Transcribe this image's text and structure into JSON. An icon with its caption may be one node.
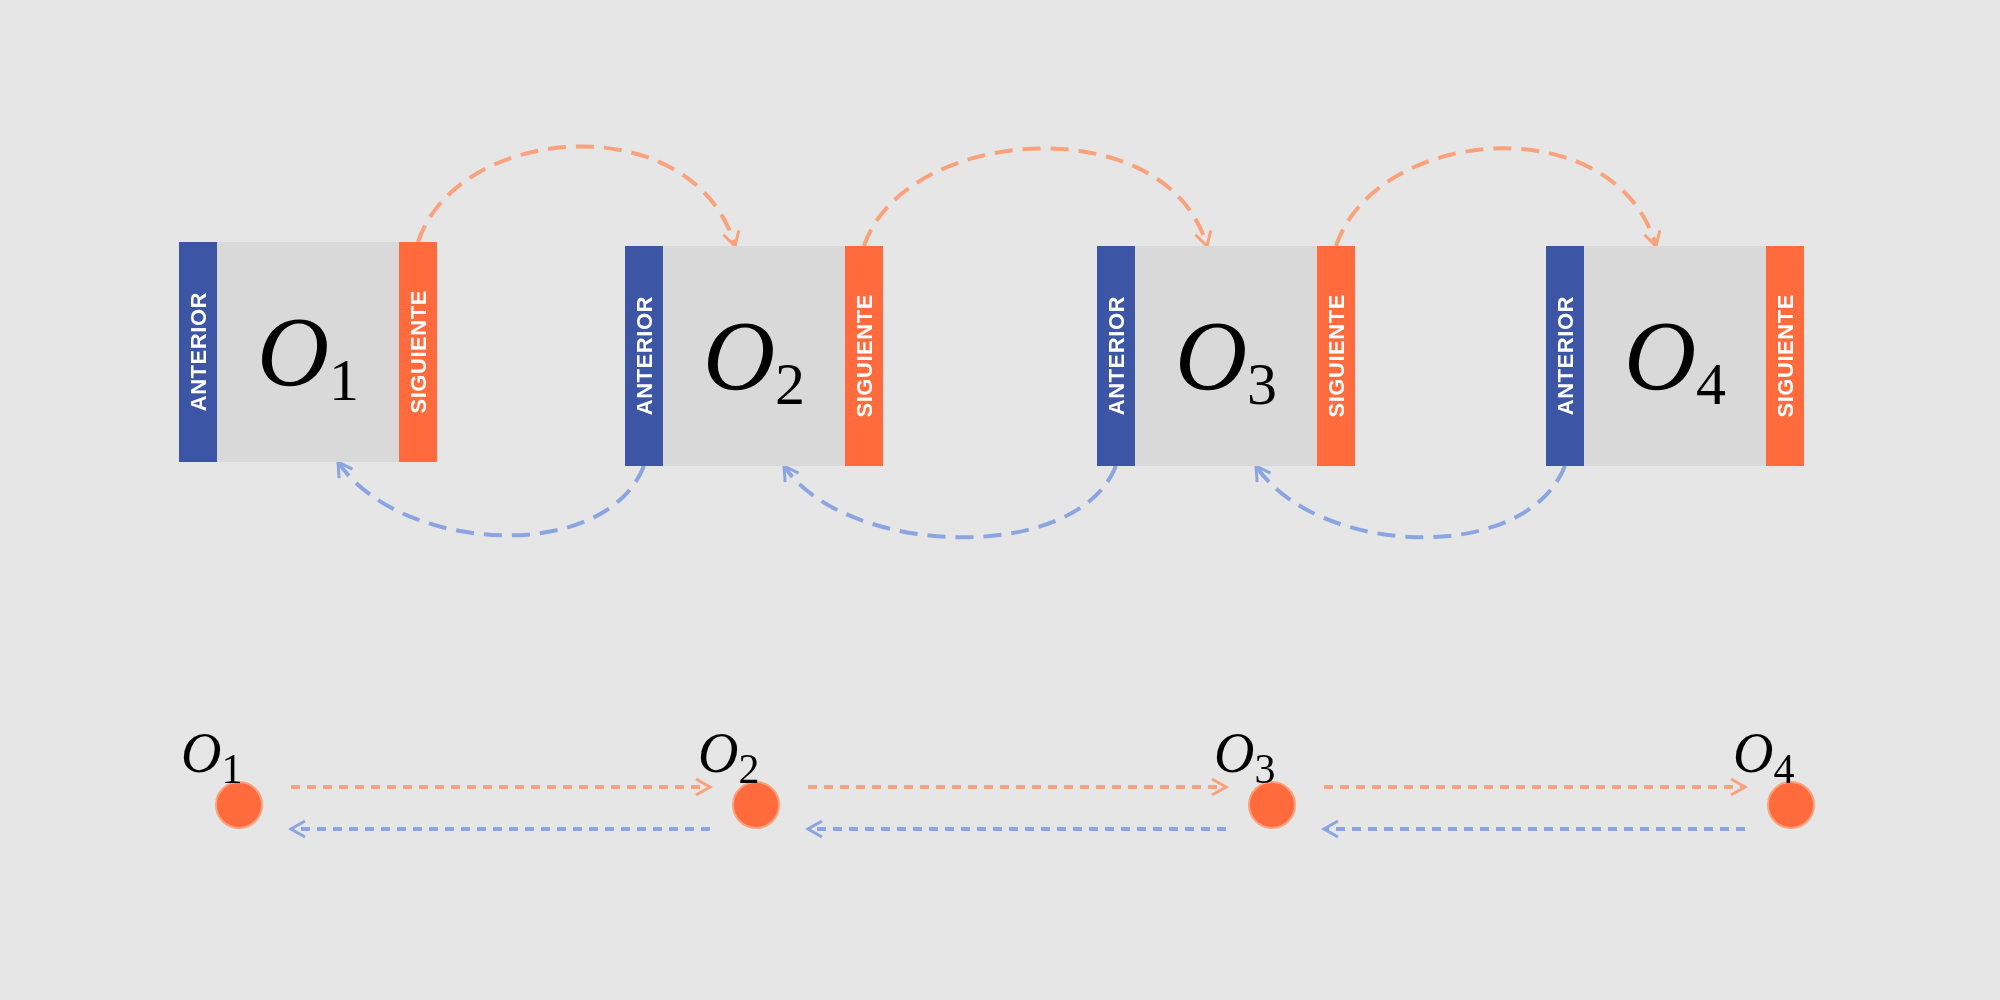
{
  "diagram": {
    "nodes": [
      {
        "text": [
          "*O*$_{1}$"
        ]
      },
      {
        "text": [
          "ANTERIOR"
        ],
        "in": 0
      },
      {
        "text": [
          "SIGUIENTE"
        ],
        "in": 0
      },
      {
        "text": [
          "*O*$_{2}$"
        ]
      },
      {
        "text": [
          "ANTERIOR"
        ],
        "in": 3
      },
      {
        "text": [
          "SIGUIENTE"
        ],
        "in": 3
      },
      {
        "text": [
          "*O*$_{3}$"
        ]
      },
      {
        "text": [
          "ANTERIOR"
        ],
        "in": 6
      },
      {
        "text": [
          "SIGUIENTE"
        ],
        "in": 6
      },
      {
        "text": [
          "*O*$_{4}$"
        ]
      },
      {
        "text": [
          "ANTERIOR"
        ],
        "in": 9
      },
      {
        "text": [
          "SIGUIENTE"
        ],
        "in": 9
      },
      {
        "text": [],
        "shape": "circle",
        "beside": [
          "*O*$_{1}$"
        ]
      },
      {
        "text": [],
        "shape": "circle",
        "beside": [
          "*O*$_{2}$"
        ]
      },
      {
        "text": [],
        "shape": "circle",
        "beside": [
          "*O*$_{3}$"
        ]
      },
      {
        "text": [],
        "shape": "circle",
        "beside": [
          "*O*$_{4}$"
        ]
      }
    ],
    "edges": [
      {
        "from": 2,
        "to": 3,
        "arrow": "to",
        "style": "dashed",
        "color": "#f9a27c"
      },
      {
        "from": 5,
        "to": 6,
        "arrow": "to",
        "style": "dashed",
        "color": "#f9a27c"
      },
      {
        "from": 8,
        "to": 9,
        "arrow": "to",
        "style": "dashed",
        "color": "#f9a27c"
      },
      {
        "from": 4,
        "to": 0,
        "arrow": "to",
        "style": "dashed",
        "color": "#8ba5e2"
      },
      {
        "from": 7,
        "to": 3,
        "arrow": "to",
        "style": "dashed",
        "color": "#8ba5e2"
      },
      {
        "from": 10,
        "to": 6,
        "arrow": "to",
        "style": "dashed",
        "color": "#8ba5e2"
      },
      {
        "from": 12,
        "to": 13,
        "arrow": "to",
        "style": "dashed",
        "color": "#f9a27c"
      },
      {
        "from": 13,
        "to": 14,
        "arrow": "to",
        "style": "dashed",
        "color": "#f9a27c"
      },
      {
        "from": 14,
        "to": 15,
        "arrow": "to",
        "style": "dashed",
        "color": "#f9a27c"
      },
      {
        "from": 13,
        "to": 12,
        "arrow": "to",
        "style": "dashed",
        "color": "#8ba5e2"
      },
      {
        "from": 14,
        "to": 13,
        "arrow": "to",
        "style": "dashed",
        "color": "#8ba5e2"
      },
      {
        "from": 15,
        "to": 14,
        "arrow": "to",
        "style": "dashed",
        "color": "#8ba5e2"
      }
    ]
  }
}
